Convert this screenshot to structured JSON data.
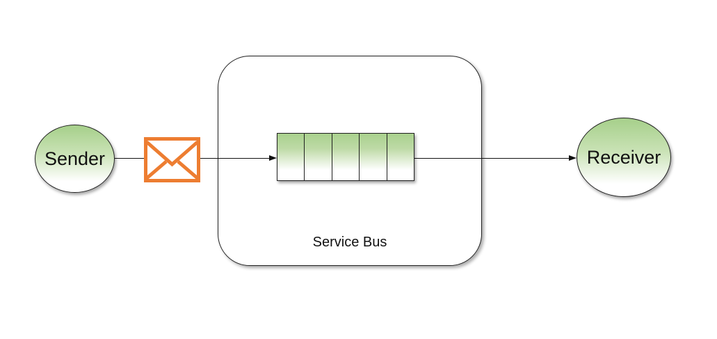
{
  "diagram": {
    "nodes": {
      "sender": {
        "label": "Sender"
      },
      "message": {
        "icon": "envelope-icon"
      },
      "service_bus": {
        "label": "Service Bus"
      },
      "queue": {
        "segments": 5
      },
      "receiver": {
        "label": "Receiver"
      }
    },
    "connections": [
      {
        "from": "sender",
        "to": "message",
        "arrowhead": false
      },
      {
        "from": "message",
        "to": "queue",
        "arrowhead": true
      },
      {
        "from": "queue",
        "to": "receiver",
        "arrowhead": true
      }
    ],
    "colors": {
      "background": "#FFFFFF",
      "node_fill_top": "#A9D18E",
      "node_fill_bottom": "#FFFFFF",
      "envelope_stroke": "#ED7D31",
      "line_stroke": "#111111"
    }
  }
}
